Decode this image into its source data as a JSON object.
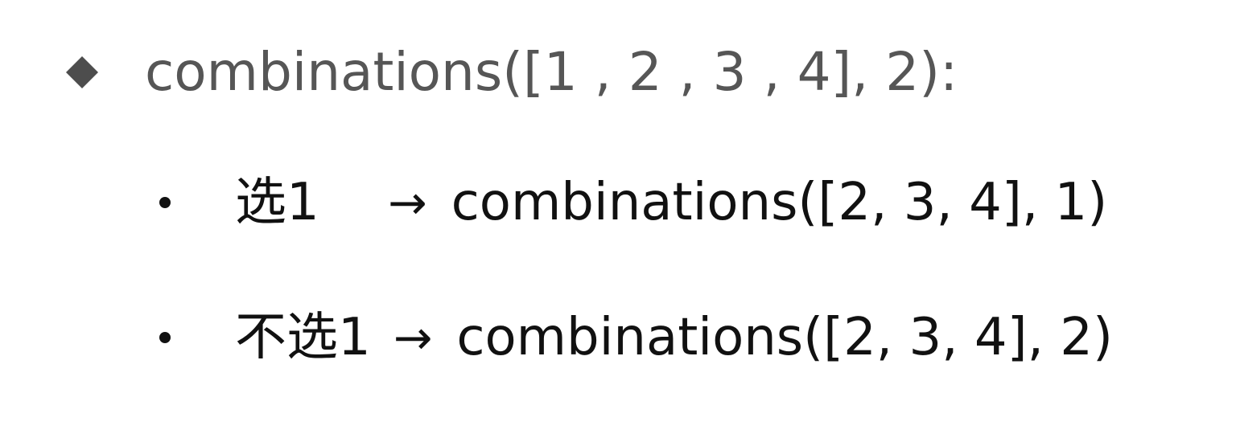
{
  "main": {
    "text": "combinations([1 , 2 , 3 , 4], 2):"
  },
  "bullets": [
    {
      "condition": "选1",
      "arrow": "→",
      "call": "combinations([2, 3, 4], 1)"
    },
    {
      "condition": "不选1",
      "arrow": "→",
      "call": "combinations([2, 3, 4], 2)"
    }
  ],
  "colors": {
    "main_text": "#565656",
    "sub_text": "#111111",
    "diamond": "#4d4d4d"
  },
  "icons": {
    "main_bullet": "diamond-bullet-icon",
    "sub_bullet": "round-bullet-icon"
  }
}
